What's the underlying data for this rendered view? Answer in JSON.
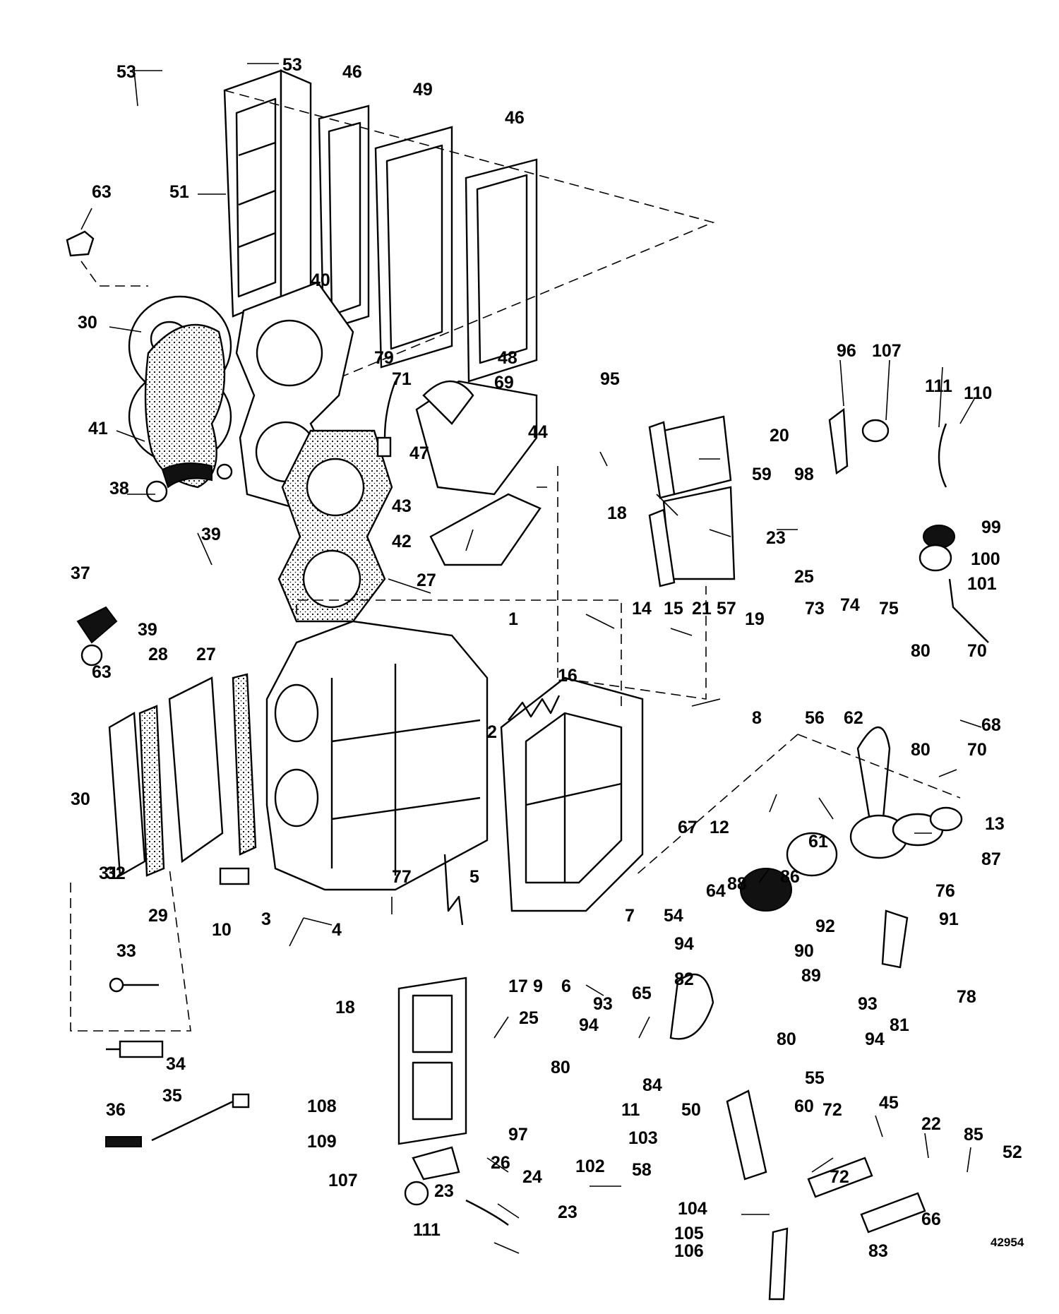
{
  "figure": {
    "number": "42954",
    "callouts": [
      "1",
      "2",
      "3",
      "4",
      "5",
      "6",
      "7",
      "8",
      "9",
      "10",
      "11",
      "12",
      "13",
      "14",
      "15",
      "16",
      "17",
      "18",
      "19",
      "20",
      "21",
      "22",
      "23",
      "24",
      "25",
      "26",
      "27",
      "28",
      "29",
      "30",
      "31",
      "32",
      "33",
      "34",
      "35",
      "36",
      "37",
      "38",
      "39",
      "40",
      "41",
      "42",
      "43",
      "44",
      "45",
      "46",
      "47",
      "48",
      "49",
      "50",
      "51",
      "52",
      "53",
      "54",
      "55",
      "56",
      "57",
      "58",
      "59",
      "60",
      "61",
      "62",
      "63",
      "64",
      "65",
      "66",
      "67",
      "68",
      "69",
      "70",
      "71",
      "72",
      "73",
      "74",
      "75",
      "76",
      "77",
      "78",
      "79",
      "80",
      "81",
      "82",
      "83",
      "84",
      "85",
      "86",
      "87",
      "88",
      "89",
      "90",
      "91",
      "92",
      "93",
      "94",
      "95",
      "96",
      "97",
      "98",
      "99",
      "100",
      "101",
      "102",
      "103",
      "104",
      "105",
      "106",
      "107",
      "108",
      "109",
      "110",
      "111"
    ]
  }
}
